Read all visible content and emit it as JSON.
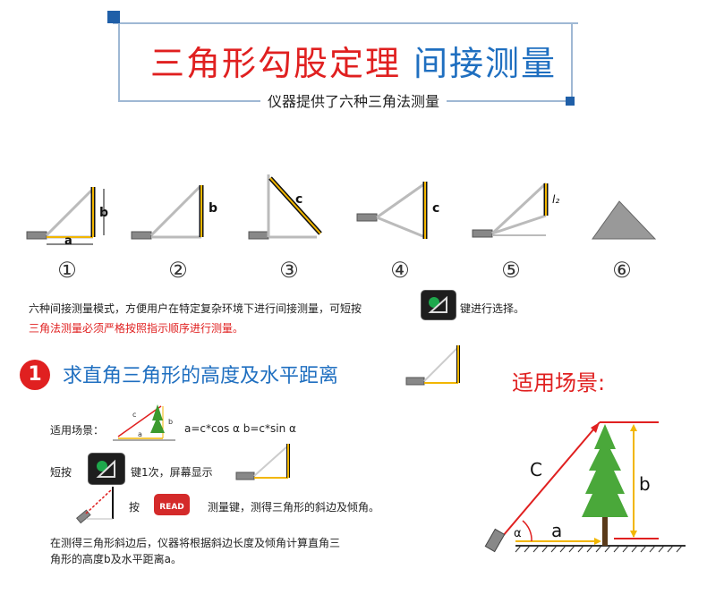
{
  "header": {
    "title_red": "三角形勾股定理",
    "title_blue": "间接测量",
    "subtitle": "仪器提供了六种三角法测量"
  },
  "figures": {
    "labels": [
      "①",
      "②",
      "③",
      "④",
      "⑤",
      "⑥"
    ],
    "fig1_b": "b",
    "fig1_a": "a",
    "fig2_b": "b",
    "fig3_c": "c",
    "fig4_c": "c",
    "fig5_l": "l₂"
  },
  "description": {
    "line1_before": "六种间接测量模式，方便用户在特定复杂环境下进行间接测量，可短按",
    "line1_after": "键进行选择。",
    "line2": "三角法测量必须严格按照指示顺序进行测量。"
  },
  "section1": {
    "number": "1",
    "title": "求直角三角形的高度及水平距离",
    "scene_label": "适用场景：",
    "formula": "a=c*cos α  b=c*sin α",
    "step1_before": "短按",
    "step1_after": "键1次，屏幕显示",
    "step2_before": "按",
    "read_label": "READ",
    "step2_after": "测量键，测得三角形的斜边及倾角。",
    "note_line1": "在测得三角形斜边后，仪器将根据斜边长度及倾角计算直角三",
    "note_line2": "角形的高度b及水平距离a。",
    "mini_c": "c",
    "mini_a": "a",
    "mini_b": "b"
  },
  "scene": {
    "title": "适用场景:",
    "label_c": "C",
    "label_b": "b",
    "label_a": "a",
    "label_alpha": "α"
  },
  "colors": {
    "red": "#e02020",
    "blue": "#1f6fc0",
    "frame": "#9fb8d4",
    "corner": "#1f5fa8",
    "yellow": "#f2b600"
  }
}
